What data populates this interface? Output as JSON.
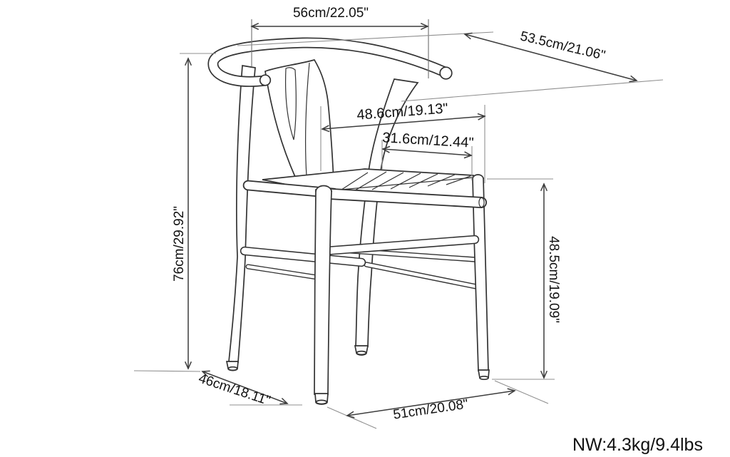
{
  "labels": {
    "top_width": "56cm/22.05\"",
    "overall_depth": "53.5cm/21.06\"",
    "back_inner_width": "48.6cm/19.13\"",
    "seat_inner_width": "31.6cm/12.44\"",
    "overall_height": "76cm/29.92\"",
    "seat_back_height": "48.5cm/19.09\"",
    "side_depth": "46cm/18.11\"",
    "front_width": "51cm/20.08\"",
    "net_weight": "NW:4.3kg/9.4lbs"
  },
  "colors": {
    "background": "#ffffff",
    "chair_line": "#333333",
    "dimension_line": "#3d3d3d",
    "extension_line": "#8f8f8f",
    "text": "#111111"
  }
}
